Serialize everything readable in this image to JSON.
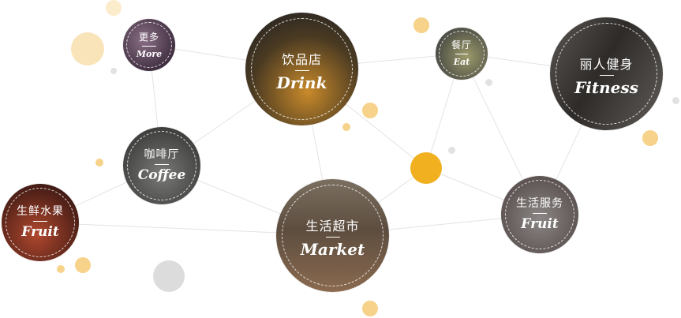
{
  "colors": {
    "line": "#e3e3e3",
    "accent": "#f0b020",
    "dot_light": "#f6d28a",
    "dot_grey": "#dcdcdc"
  },
  "nodes": {
    "more": {
      "zh": "更多",
      "en": "More",
      "bg": "radial-gradient(circle at 40% 40%, #8a6f86, #3d2c3d 75%)"
    },
    "drink": {
      "zh": "饮品店",
      "en": "Drink",
      "bg": "radial-gradient(circle at 55% 70%, #c98a2a, #4a3a22 55%, #2a2622 85%)"
    },
    "eat": {
      "zh": "餐厅",
      "en": "Eat",
      "bg": "radial-gradient(circle at 60% 55%, #9c9a6a, #4a4b45 75%)"
    },
    "fitness": {
      "zh": "丽人健身",
      "en": "Fitness",
      "bg": "linear-gradient(120deg, #5a5754 0%, #2e2b29 45%, #5f5c58 100%)"
    },
    "coffee": {
      "zh": "咖啡厅",
      "en": "Coffee",
      "bg": "radial-gradient(circle at 50% 60%, #7a7a78, #3e3f3d 75%)"
    },
    "fruit": {
      "zh": "生鲜水果",
      "en": "Fruit",
      "bg": "radial-gradient(circle at 45% 65%, #b0482e, #4a1e16 70%, #241210 95%)"
    },
    "market": {
      "zh": "生活超市",
      "en": "Market",
      "bg": "linear-gradient(180deg, #7a6f60 0%, #5d4d3f 45%, #8a6a4f 100%)"
    },
    "service": {
      "zh": "生活服务",
      "en": "Fruit",
      "bg": "radial-gradient(circle at 50% 55%, #8b8685, #5a5150 75%)"
    }
  }
}
